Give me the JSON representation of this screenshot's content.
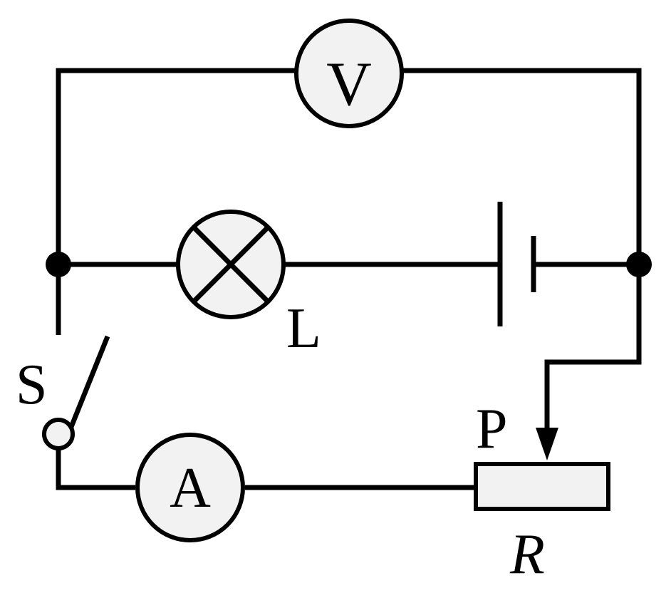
{
  "diagram": {
    "type": "circuit",
    "colors": {
      "wire": "#000000",
      "component_fill": "#f2f2f2",
      "background": "#ffffff"
    },
    "components": {
      "voltmeter": {
        "symbol": "V"
      },
      "ammeter": {
        "symbol": "A"
      },
      "lamp": {
        "label": "L"
      },
      "switch": {
        "label": "S"
      },
      "slider": {
        "label": "P"
      },
      "rheostat": {
        "label": "R"
      },
      "battery": {
        "icon": "cell-icon"
      }
    }
  }
}
